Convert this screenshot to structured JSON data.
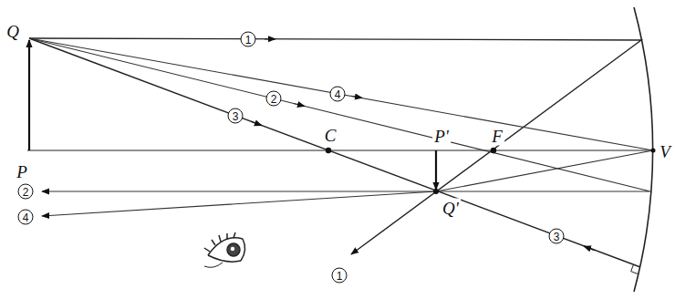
{
  "diagram": {
    "labels": [
      "Q",
      "1",
      "4",
      "2",
      "3",
      "C",
      "P'",
      "F",
      "V",
      "P",
      "2",
      "4",
      "Q'",
      "3",
      "1"
    ]
  }
}
